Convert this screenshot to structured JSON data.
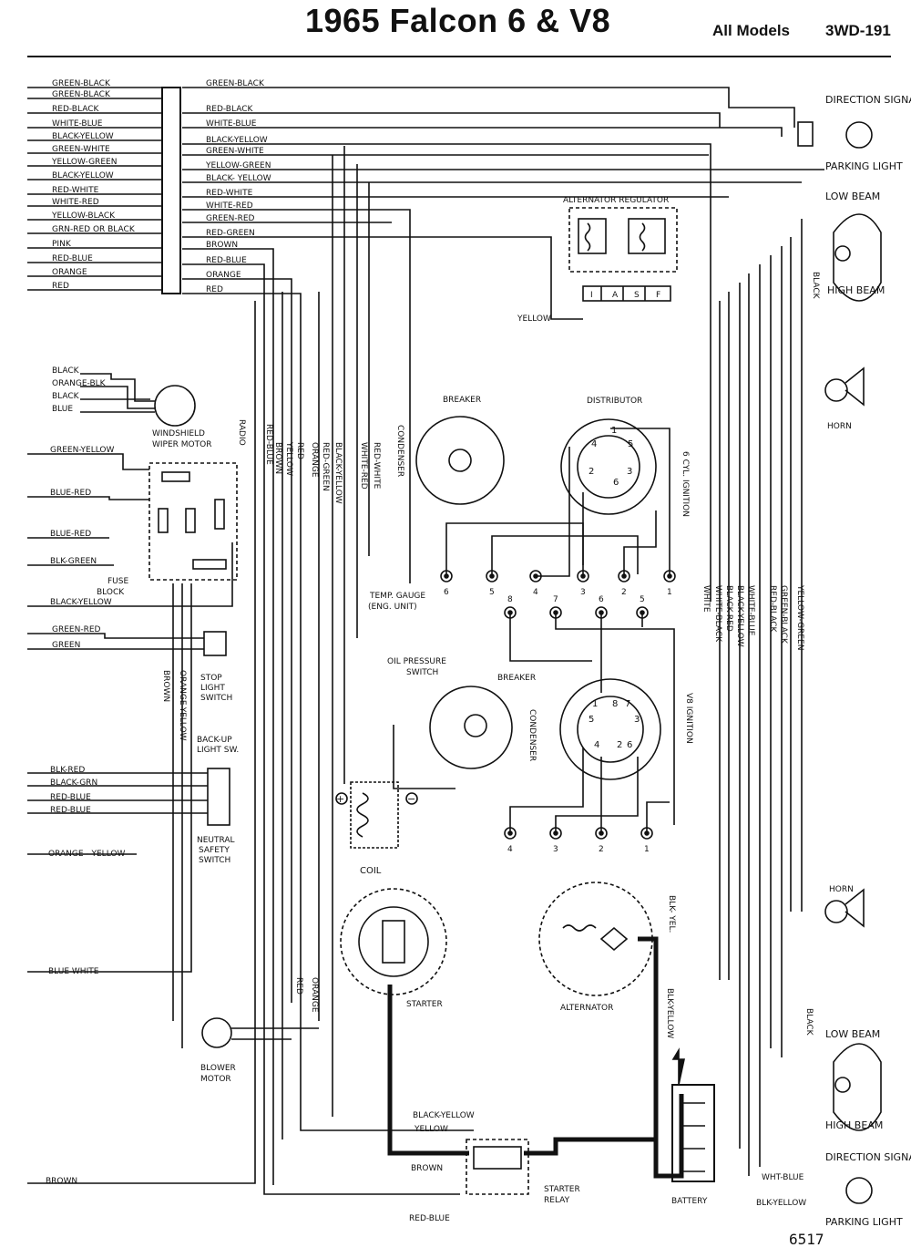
{
  "header": {
    "title": "1965 Falcon 6 & V8",
    "models": "All Models",
    "code": "3WD-191"
  },
  "left_wires": [
    "GREEN-BLACK",
    "GREEN-BLACK",
    "RED-BLACK",
    "WHITE-BLUE",
    "BLACK-YELLOW",
    "GREEN-WHITE",
    "YELLOW-GREEN",
    "BLACK-YELLOW",
    "RED-WHITE",
    "WHITE-RED",
    "YELLOW-BLACK",
    "GRN-RED OR BLACK",
    "PINK",
    "RED-BLUE",
    "ORANGE",
    "RED"
  ],
  "right_wires": [
    "GREEN-BLACK",
    "RED-BLACK",
    "WHITE-BLUE",
    "BLACK-YELLOW",
    "GREEN-WHITE",
    "YELLOW-GREEN",
    "BLACK- YELLOW",
    "RED-WHITE",
    "WHITE-RED",
    "GREEN-RED",
    "RED-GREEN",
    "BROWN",
    "RED-BLUE",
    "ORANGE",
    "RED"
  ],
  "wiper_wires": [
    "BLACK",
    "ORANGE-BLK",
    "BLACK",
    "BLUE"
  ],
  "fuse_wires": [
    "GREEN-YELLOW",
    "BLUE-RED",
    "BLUE-RED",
    "BLK-GREEN",
    "BLACK-YELLOW"
  ],
  "stop_wires": [
    "GREEN-RED",
    "GREEN"
  ],
  "neutral_wires": [
    "BLK-RED",
    "BLACK-GRN",
    "RED-BLUE",
    "RED-BLUE"
  ],
  "vertical_wires": [
    "RED-BLUE",
    "BROWN",
    "YELLOW",
    "RED",
    "ORANGE",
    "RED-GREEN",
    "BLACK-YELLOW",
    "WHITE-RED",
    "RED-WHITE"
  ],
  "right_vertical_wires": [
    "WHITE",
    "WHITE-BLACK",
    "BLACK-RED",
    "BLACK-YELLOW",
    "WHITE-BLUE",
    "RED-BLACK",
    "GREEN-BLACK",
    "YELLOW-GREEN"
  ],
  "components": {
    "direction_signal_top": "DIRECTION SIGNAL",
    "parking_light_top": "PARKING LIGHT",
    "low_beam_top": "LOW BEAM",
    "high_beam_top": "HIGH BEAM",
    "black": "BLACK",
    "horn_top": "HORN",
    "horn_bottom": "HORN",
    "alt_regulator": "ALTERNATOR  REGULATOR",
    "reg_terminals": [
      "I",
      "A",
      "S",
      "F"
    ],
    "yellow": "YELLOW",
    "breaker_6": "BREAKER",
    "condenser_6": "CONDENSER",
    "distributor": "DISTRIBUTOR",
    "six_cyl": "6 CYL. IGNITION",
    "v8_ign": "V8 IGNITION",
    "temp_gauge": "TEMP. GAUGE",
    "temp_gauge_sub": "(ENG. UNIT)",
    "oil_switch": "OIL PRESSURE",
    "oil_switch_sub": "SWITCH",
    "breaker_v8": "BREAKER",
    "condenser_v8": "CONDENSER",
    "windshield": "WINDSHIELD",
    "wiper_motor": "WIPER MOTOR",
    "radio": "RADIO",
    "fuse": "FUSE",
    "fuse_block": "BLOCK",
    "stop_light": "STOP",
    "stop_light2": "LIGHT",
    "stop_light3": "SWITCH",
    "backup": "BACK-UP",
    "backup2": "LIGHT SW.",
    "neutral": "NEUTRAL",
    "neutral2": "SAFETY",
    "neutral3": "SWITCH",
    "orange_yellow": "ORANGE - YELLOW",
    "blue_white": "BLUE-WHITE",
    "brown_left": "BROWN",
    "coil": "COIL",
    "starter": "STARTER",
    "alternator": "ALTERNATOR",
    "blower": "BLOWER",
    "blower2": "MOTOR",
    "starter_relay": "STARTER",
    "starter_relay2": "RELAY",
    "battery": "BATTERY",
    "black_yellow_bottom": "BLACK-YELLOW",
    "yellow_bottom": "YELLOW",
    "brown_bottom": "BROWN",
    "red_blue_bottom": "RED-BLUE",
    "low_beam_bottom": "LOW BEAM",
    "high_beam_bottom": "HIGH BEAM",
    "direction_signal_bottom": "DIRECTION SIGNAL",
    "parking_light_bottom": "PARKING LIGHT",
    "wht_blue": "WHT-BLUE",
    "blk_yellow": "BLK-YELLOW",
    "blk_yel": "BLK- YEL.",
    "blk_yellow_v": "BLK-YELLOW",
    "red_v": "RED",
    "orange_v": "ORANGE",
    "brown_v": "BROWN",
    "orange_yellow_v": "ORANGE-YELLOW",
    "plus": "+",
    "minus": "−",
    "six_terms": [
      "6",
      "5",
      "4",
      "3",
      "2",
      "1"
    ],
    "v8_terms": [
      "8",
      "7",
      "6",
      "5"
    ],
    "v8_terms_bottom": [
      "4",
      "3",
      "2",
      "1"
    ],
    "dist6_nums": [
      "1",
      "4",
      "5",
      "2",
      "3",
      "6"
    ],
    "dist8_nums": [
      "1",
      "8",
      "7",
      "5",
      "3",
      "4",
      "2",
      "6"
    ]
  },
  "footer": {
    "number": "6517"
  }
}
